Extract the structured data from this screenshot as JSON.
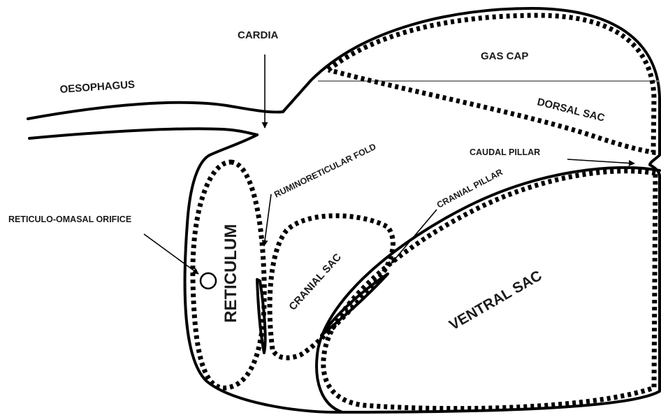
{
  "labels": {
    "oesophagus": "OESOPHAGUS",
    "cardia": "CARDIA",
    "gas_cap": "GAS CAP",
    "dorsal_sac": "DORSAL SAC",
    "caudal_pillar": "CAUDAL PILLAR",
    "ruminoreticular_fold": "RUMINORETICULAR FOLD",
    "cranial_pillar": "CRANIAL PILLAR",
    "reticulo_omasal_orifice": "RETICULO-OMASAL ORIFICE",
    "reticulum": "RETICULUM",
    "cranial_sac": "CRANIAL SAC",
    "ventral_sac": "VENTRAL SAC"
  }
}
